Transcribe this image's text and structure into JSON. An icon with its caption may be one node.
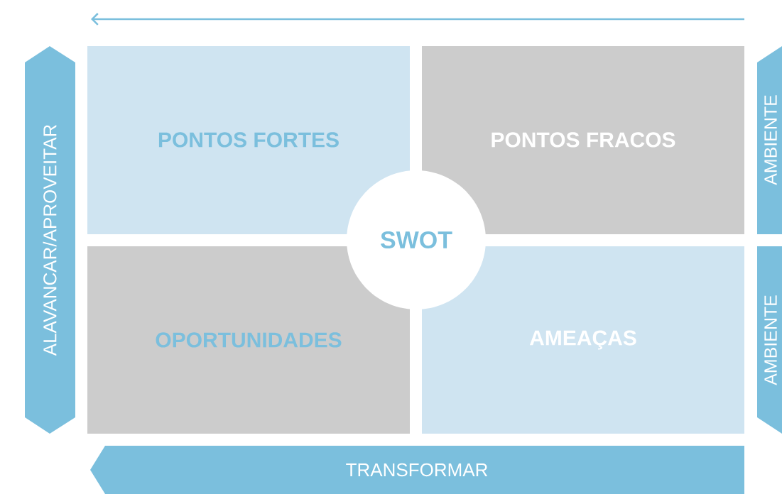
{
  "diagram": {
    "nodes": [
      {
        "text": [
          "PONTOS FORTES"
        ]
      },
      {
        "text": [
          "PONTOS FRACOS"
        ]
      },
      {
        "text": [
          "SWOT"
        ]
      },
      {
        "text": [
          "OPORTUNIDADES"
        ]
      },
      {
        "text": [
          "AMEAÇAS"
        ]
      },
      {
        "text": [
          "ALAVANCAR/APROVEITAR"
        ]
      },
      {
        "text": [
          "AMBIENTE"
        ]
      },
      {
        "text": [
          "AMBIENTE"
        ]
      },
      {
        "text": [
          "TRANSFORMAR"
        ]
      }
    ],
    "edges": []
  }
}
